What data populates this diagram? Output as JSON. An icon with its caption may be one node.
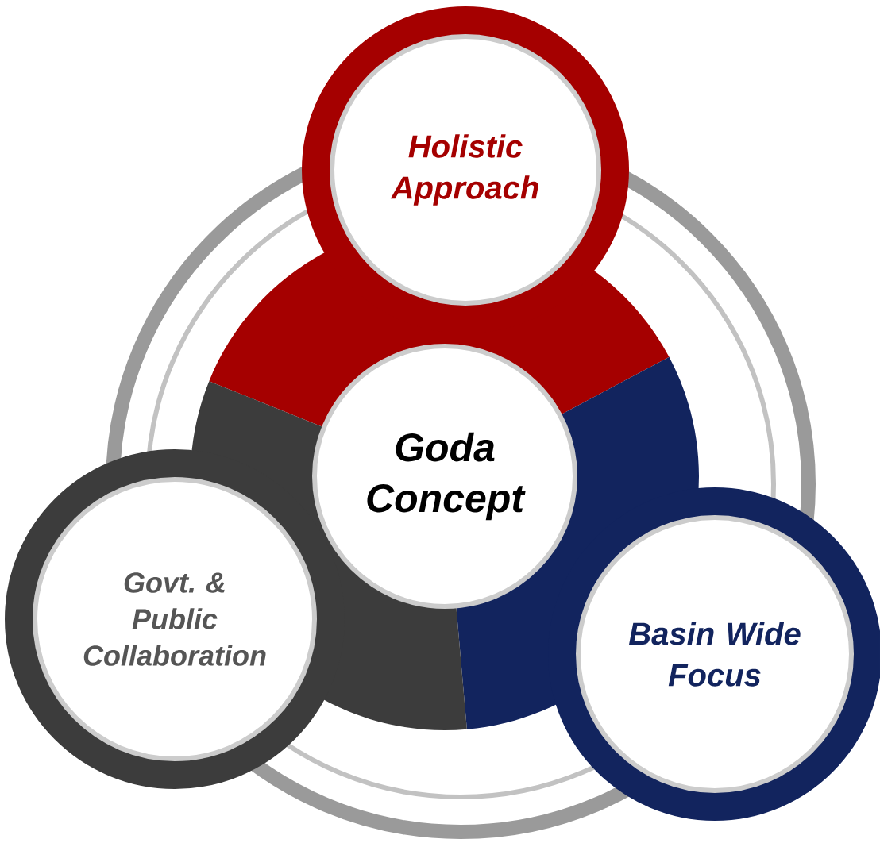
{
  "diagram": {
    "nodes": [
      {
        "text": [
          "Holistic Approach"
        ]
      },
      {
        "text": [
          "Goda Concept"
        ]
      },
      {
        "text": [
          "Govt. & Public Collaboration"
        ]
      },
      {
        "text": [
          "Basin Wide Focus"
        ]
      }
    ]
  }
}
